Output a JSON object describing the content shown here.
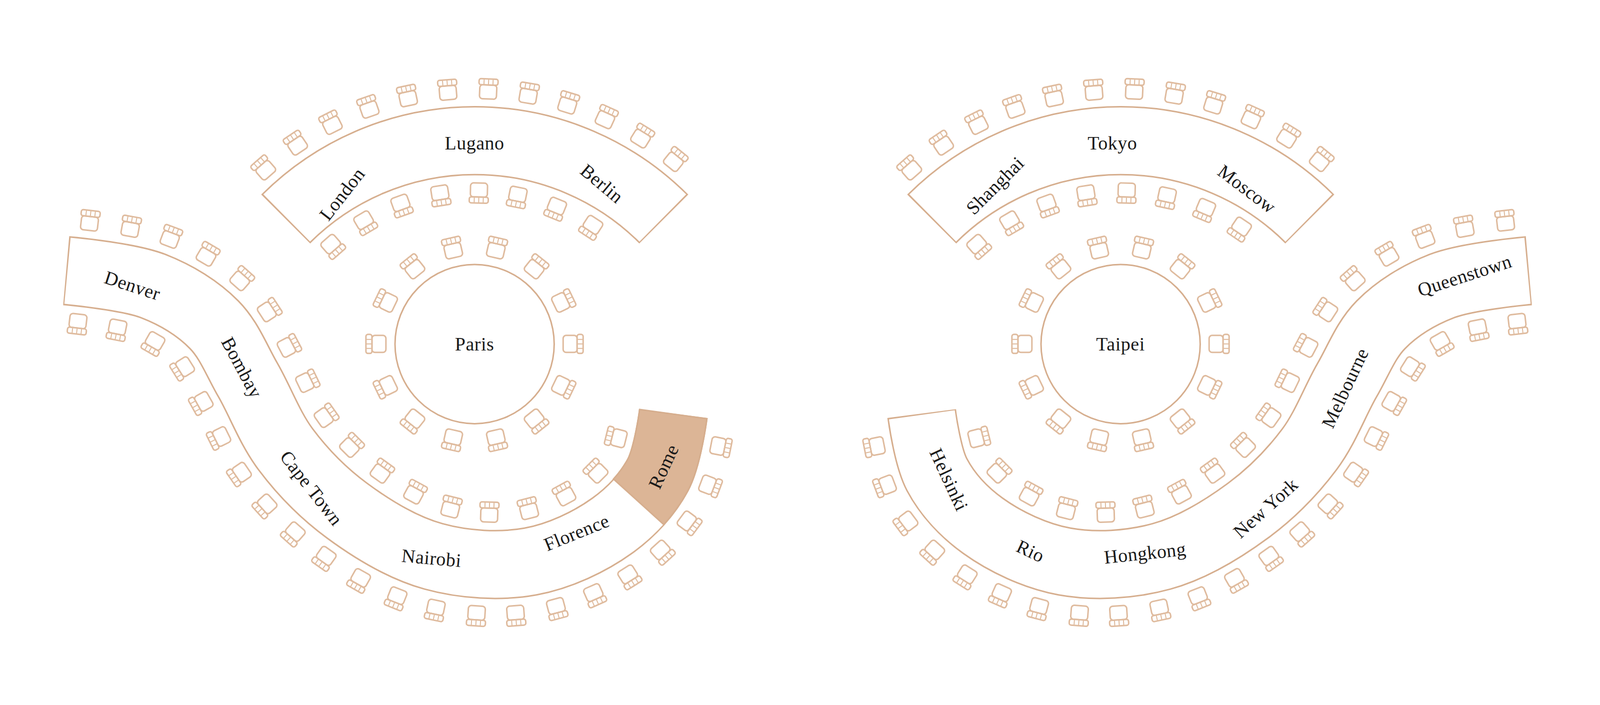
{
  "diagram": {
    "nodes": [
      {
        "text": [
          "London",
          "Lugano",
          "Berlin"
        ]
      },
      {
        "text": [
          "Paris"
        ]
      },
      {
        "text": [
          "Denver",
          "Bombay",
          "Cape Town",
          "Nairobi",
          "Florence"
        ]
      },
      {
        "text": [
          "Rome"
        ]
      },
      {
        "text": [
          "Shanghai",
          "Tokyo",
          "Moscow"
        ]
      },
      {
        "text": [
          "Taipei"
        ]
      },
      {
        "text": [
          "Helsinki",
          "Rio",
          "Hongkong",
          "New York",
          "Melbourne",
          "Queenstown"
        ]
      }
    ]
  }
}
